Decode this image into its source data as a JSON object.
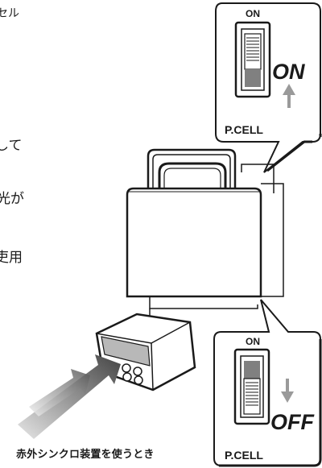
{
  "left_text_fragments": [
    "セル",
    "して",
    "光が",
    "吏用"
  ],
  "top_callout": {
    "switch_on_label": "ON",
    "state_label": "ON",
    "footer_label": "P.CELL",
    "arrow_direction": "up"
  },
  "bottom_callout": {
    "switch_on_label": "ON",
    "state_label": "OFF",
    "footer_label": "P.CELL",
    "arrow_direction": "down"
  },
  "caption": "赤外シンクロ装置を使うとき",
  "colors": {
    "ink": "#1a1a1a",
    "arrow_gray": "#9a9a9a",
    "slider_dark": "#808080"
  }
}
